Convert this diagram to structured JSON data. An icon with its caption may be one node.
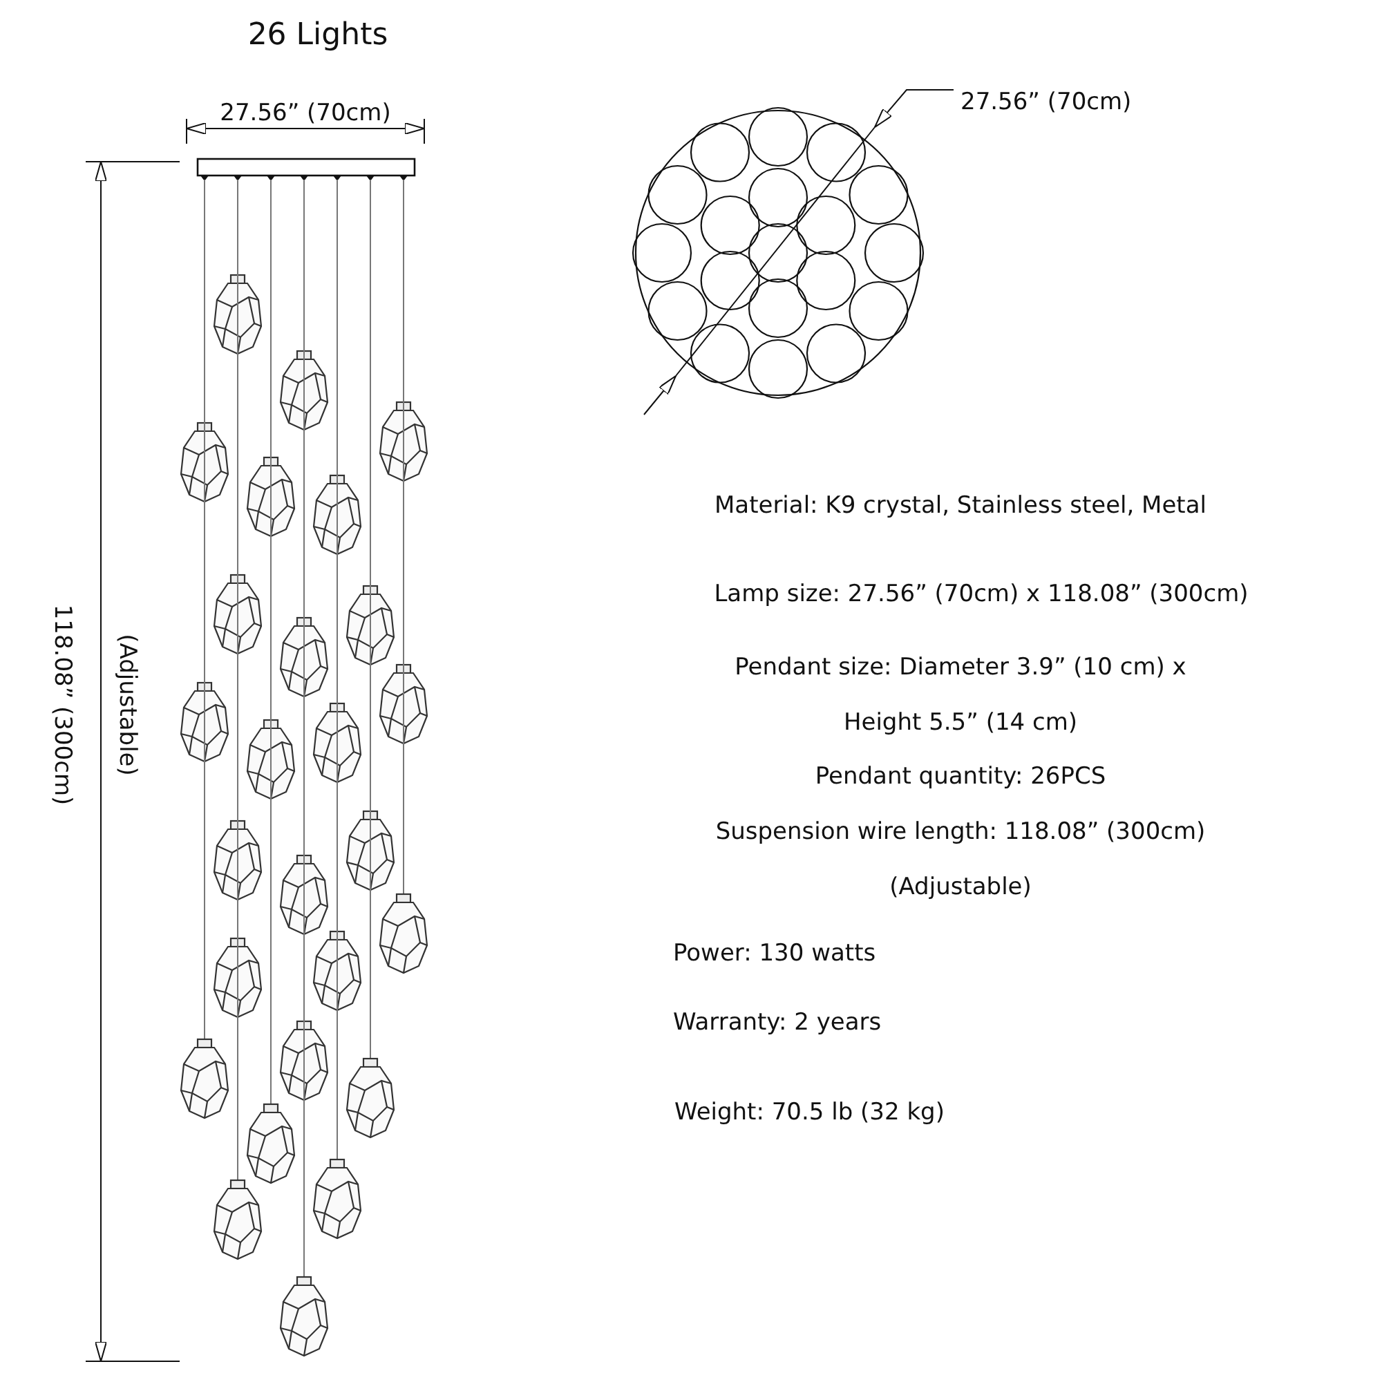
{
  "diagram": {
    "title": "26 Lights",
    "labels": [
      "27.56” (70cm)",
      "27.56” (70cm)",
      "(Adjustable)",
      "118.08” (300cm)",
      "Material: K9 crystal, Stainless steel, Metal",
      "Lamp size: 27.56” (70cm) x 118.08” (300cm)",
      "Pendant size: Diameter 3.9” (10 cm) x Height 5.5” (14 cm)",
      "Pendant quantity: 26PCS",
      "Suspension wire length: 118.08” (300cm) (Adjustable)",
      "Power: 130 watts",
      "Warranty: 2 years",
      "Weight: 70.5 lb (32 kg)"
    ]
  }
}
